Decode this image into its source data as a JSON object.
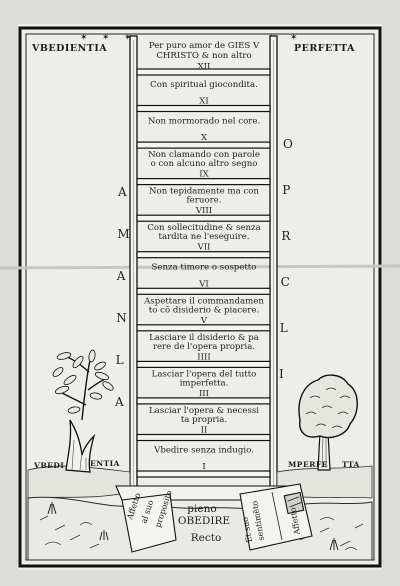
{
  "header": {
    "left": "VBEDIENTIA",
    "right": "PERFETTA",
    "top_line_1": "Per puro amor de GIES V",
    "top_line_2": "CHRISTO & non altro",
    "top_numeral": "XII"
  },
  "steps": [
    {
      "line1": "Con spiritual giocondita.",
      "line2": "",
      "numeral": "XI"
    },
    {
      "line1": "Non mormorado nel core.",
      "line2": "",
      "numeral": "X"
    },
    {
      "line1": "Non clamando con parole",
      "line2": "o con alcuno altro segno",
      "numeral": "IX"
    },
    {
      "line1": "Non tepidamente ma con",
      "line2": "feruore.",
      "numeral": "VIII"
    },
    {
      "line1": "Con sollecitudine & senza",
      "line2": "tardita ne l'eseguire.",
      "numeral": "VII"
    },
    {
      "line1": "Senza timore o sospetto",
      "line2": "",
      "numeral": "VI"
    },
    {
      "line1": "Aspettare il commandamen",
      "line2": "to cō disiderio & piacere.",
      "numeral": "V"
    },
    {
      "line1": "Lasciare il disiderio & pa",
      "line2": "rere de l'opera propria.",
      "numeral": "IIII"
    },
    {
      "line1": "Lasciar l'opera del tutto",
      "line2": "imperfetta.",
      "numeral": "III"
    },
    {
      "line1": "Lasciar l'opera & necessi",
      "line2": "ta propria.",
      "numeral": "II"
    },
    {
      "line1": "Vbedire senza indugio.",
      "line2": "",
      "numeral": "I"
    }
  ],
  "side_left_letters": [
    "A",
    "M",
    "A",
    "N",
    "L",
    "A"
  ],
  "side_right_letters": [
    "O",
    "P",
    "R",
    "C",
    "L",
    "I"
  ],
  "ground": {
    "left": "VBEDI",
    "left_2": "ENTIA",
    "right": "MPERFE",
    "right_2": "TTA"
  },
  "base": {
    "pieno": "pieno",
    "obedire": "OBEDIRE",
    "recto": "Recto"
  },
  "book_left": [
    "Affetto",
    "al suo",
    "proposito"
  ],
  "book_right": [
    "Et suo",
    "sentimēto",
    "Affetto"
  ]
}
